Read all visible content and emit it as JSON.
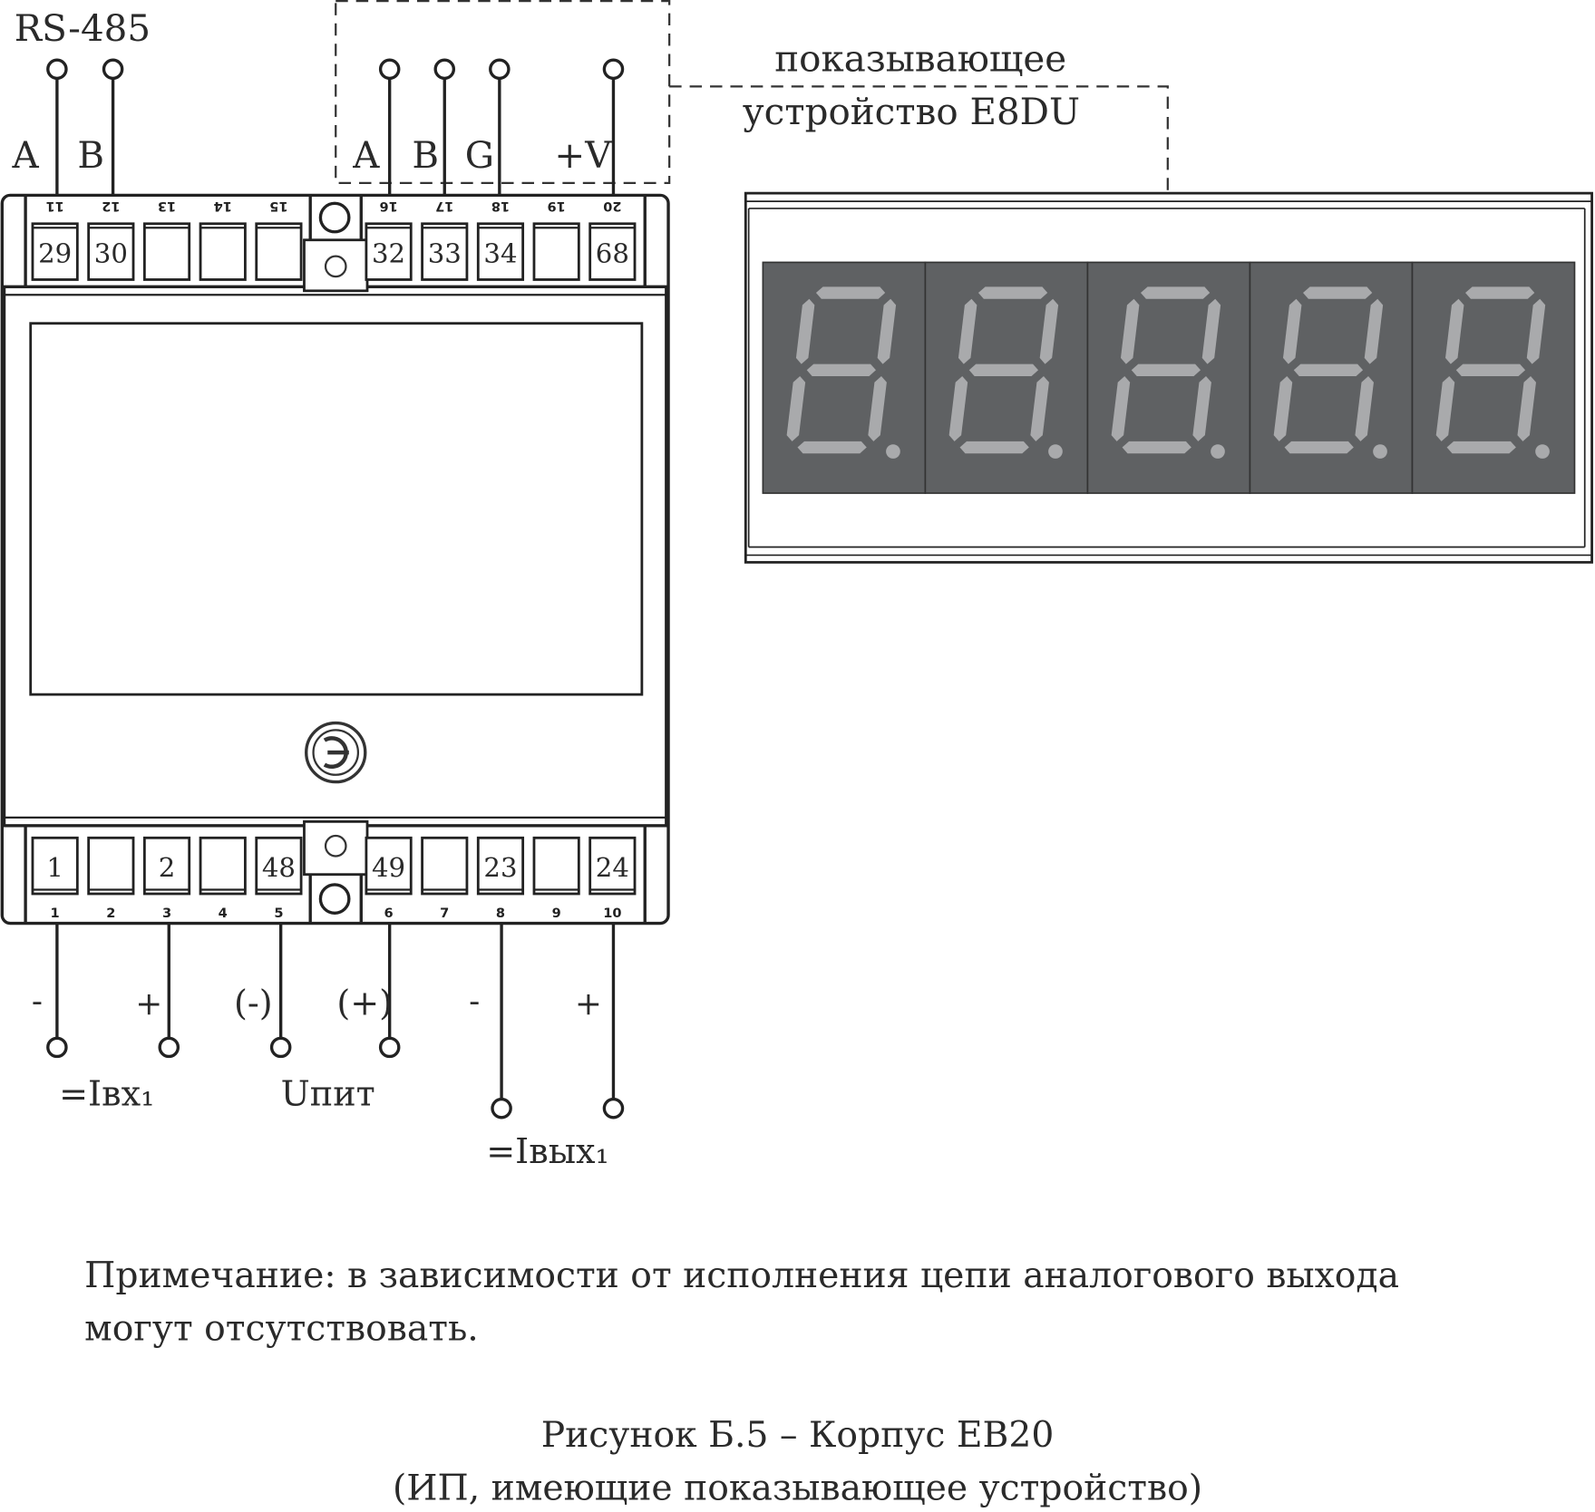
{
  "rs485": {
    "title": "RS-485",
    "label_a": "A",
    "label_b": "B"
  },
  "display_link": {
    "label_a": "A",
    "label_b": "B",
    "label_g": "G",
    "label_v": "+V",
    "line1": "показывающее",
    "line2": "устройство E8DU"
  },
  "top_terminals": {
    "positions": [
      "11",
      "12",
      "13",
      "14",
      "15",
      "16",
      "17",
      "18",
      "19",
      "20"
    ],
    "contacts": [
      "29",
      "30",
      "",
      "",
      "",
      "32",
      "33",
      "34",
      "",
      "68"
    ]
  },
  "bottom_terminals": {
    "positions": [
      "1",
      "2",
      "3",
      "4",
      "5",
      "6",
      "7",
      "8",
      "9",
      "10"
    ],
    "contacts": [
      "1",
      "",
      "2",
      "",
      "48",
      "49",
      "",
      "23",
      "",
      "24"
    ]
  },
  "bottom_signals": {
    "minus1": "-",
    "plus1": "+",
    "minus2": "(-)",
    "plus2": "(+)",
    "minus3": "-",
    "plus3": "+",
    "input_label": "=Iвх₁",
    "power_label": "Uпит",
    "output_label": "=Iвых₁"
  },
  "display": {
    "digits": [
      "8.",
      "8.",
      "8.",
      "8.",
      "8."
    ],
    "panel_color": "#5f6163",
    "segment_color": "#a9aaac"
  },
  "note": {
    "line1": "Примечание: в зависимости от исполнения цепи аналогового выхода",
    "line2": "могут отсутствовать."
  },
  "caption": {
    "line1": "Рисунок Б.5 – Корпус ЕВ20",
    "line2": "(ИП, имеющие показывающее устройство)"
  }
}
